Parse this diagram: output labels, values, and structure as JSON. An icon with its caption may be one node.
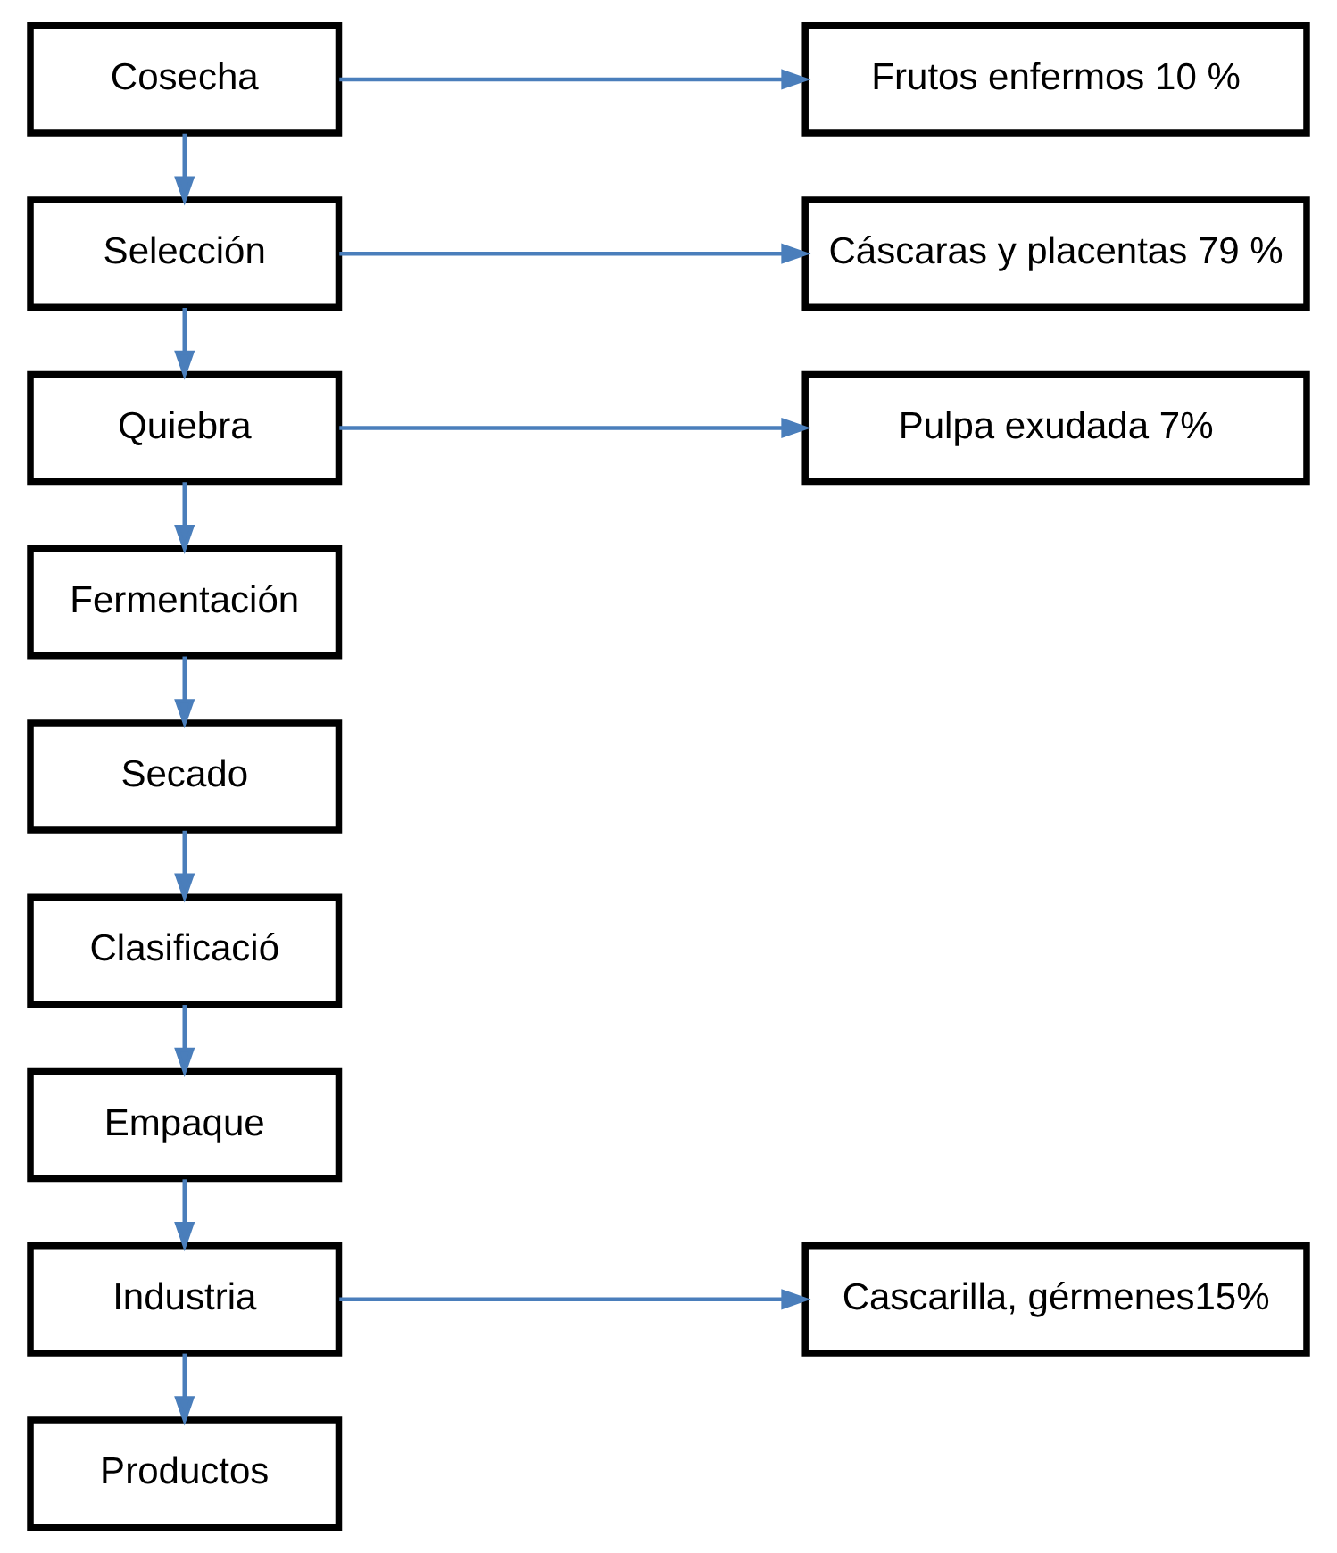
{
  "diagram": {
    "nodes": [
      {
        "text": [
          "Cosecha"
        ]
      },
      {
        "text": [
          "Selección"
        ]
      },
      {
        "text": [
          "Quiebra"
        ]
      },
      {
        "text": [
          "Fermentación"
        ]
      },
      {
        "text": [
          "Secado"
        ]
      },
      {
        "text": [
          "Clasificació"
        ]
      },
      {
        "text": [
          "Empaque"
        ]
      },
      {
        "text": [
          "Industria"
        ]
      },
      {
        "text": [
          "Productos"
        ]
      },
      {
        "text": [
          "Frutos enfermos 10 %"
        ]
      },
      {
        "text": [
          "Cáscaras y placentas 79 %"
        ]
      },
      {
        "text": [
          "Pulpa exudada 7%"
        ]
      },
      {
        "text": [
          "Cascarilla, gérmenes15%"
        ]
      }
    ],
    "edges": [
      {
        "from": 0,
        "to": 1,
        "arrow": "to"
      },
      {
        "from": 0,
        "to": 9,
        "arrow": "to"
      },
      {
        "from": 1,
        "to": 2,
        "arrow": "to"
      },
      {
        "from": 1,
        "to": 10,
        "arrow": "to"
      },
      {
        "from": 2,
        "to": 3,
        "arrow": "to"
      },
      {
        "from": 2,
        "to": 11,
        "arrow": "to"
      },
      {
        "from": 3,
        "to": 4,
        "arrow": "to"
      },
      {
        "from": 4,
        "to": 5,
        "arrow": "to"
      },
      {
        "from": 5,
        "to": 6,
        "arrow": "to"
      },
      {
        "from": 6,
        "to": 7,
        "arrow": "to"
      },
      {
        "from": 7,
        "to": 8,
        "arrow": "to"
      },
      {
        "from": 7,
        "to": 12,
        "arrow": "to"
      }
    ]
  }
}
